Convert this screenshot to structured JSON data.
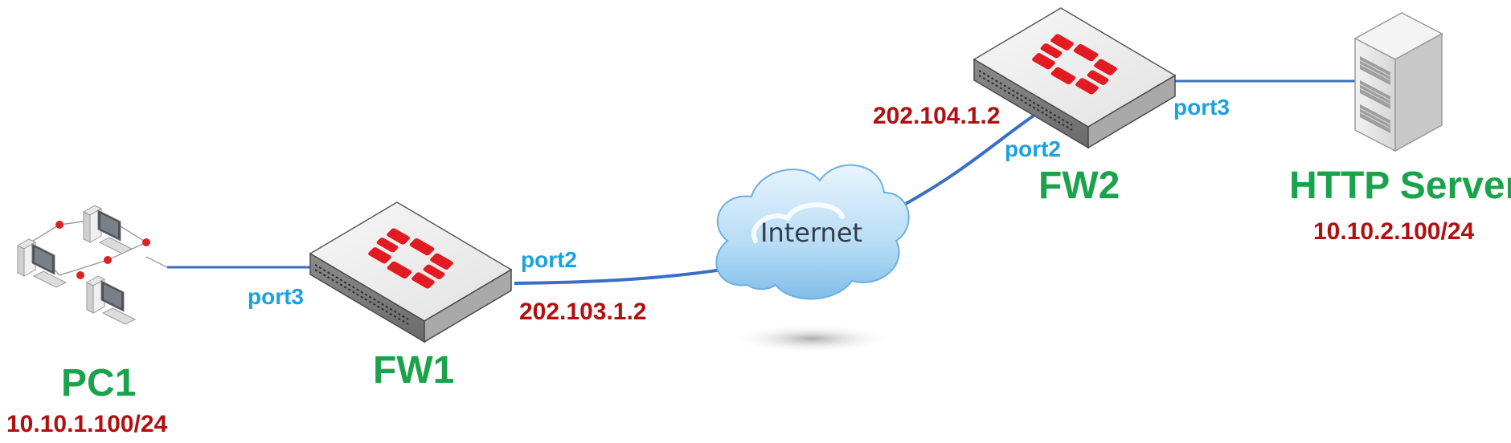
{
  "colors": {
    "device_name": "#1aa34a",
    "ip": "#b01010",
    "port": "#1ba1e2",
    "link": "#3a6fc8",
    "fortinet_red": "#e21a22",
    "cloud_text": "#333c48"
  },
  "devices": {
    "pc1": {
      "name": "PC1",
      "ip": "10.10.1.100/24",
      "icon": "pc-group-icon"
    },
    "fw1": {
      "name": "FW1",
      "icon": "firewall-icon",
      "port_lan": "port3",
      "port_wan": "port2",
      "wan_ip": "202.103.1.2"
    },
    "fw2": {
      "name": "FW2",
      "icon": "firewall-icon",
      "port_lan": "port3",
      "port_wan": "port2",
      "wan_ip": "202.104.1.2"
    },
    "server": {
      "name": "HTTP Server",
      "ip": "10.10.2.100/24",
      "icon": "server-icon"
    }
  },
  "cloud": {
    "label": "Internet",
    "icon": "cloud-icon"
  }
}
